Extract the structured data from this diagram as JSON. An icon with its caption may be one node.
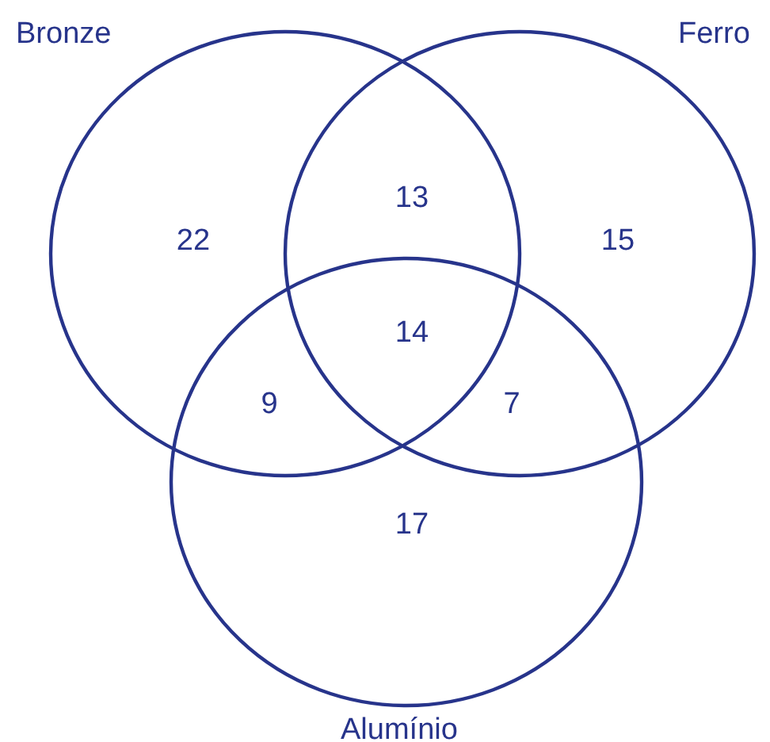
{
  "diagram": {
    "nodes": [
      {
        "text": [
          "Bronze"
        ]
      },
      {
        "text": [
          "Ferro"
        ]
      },
      {
        "text": [
          "Alumínio"
        ]
      }
    ],
    "labels": [
      "22",
      "13",
      "15",
      "14",
      "9",
      "7",
      "17"
    ]
  }
}
